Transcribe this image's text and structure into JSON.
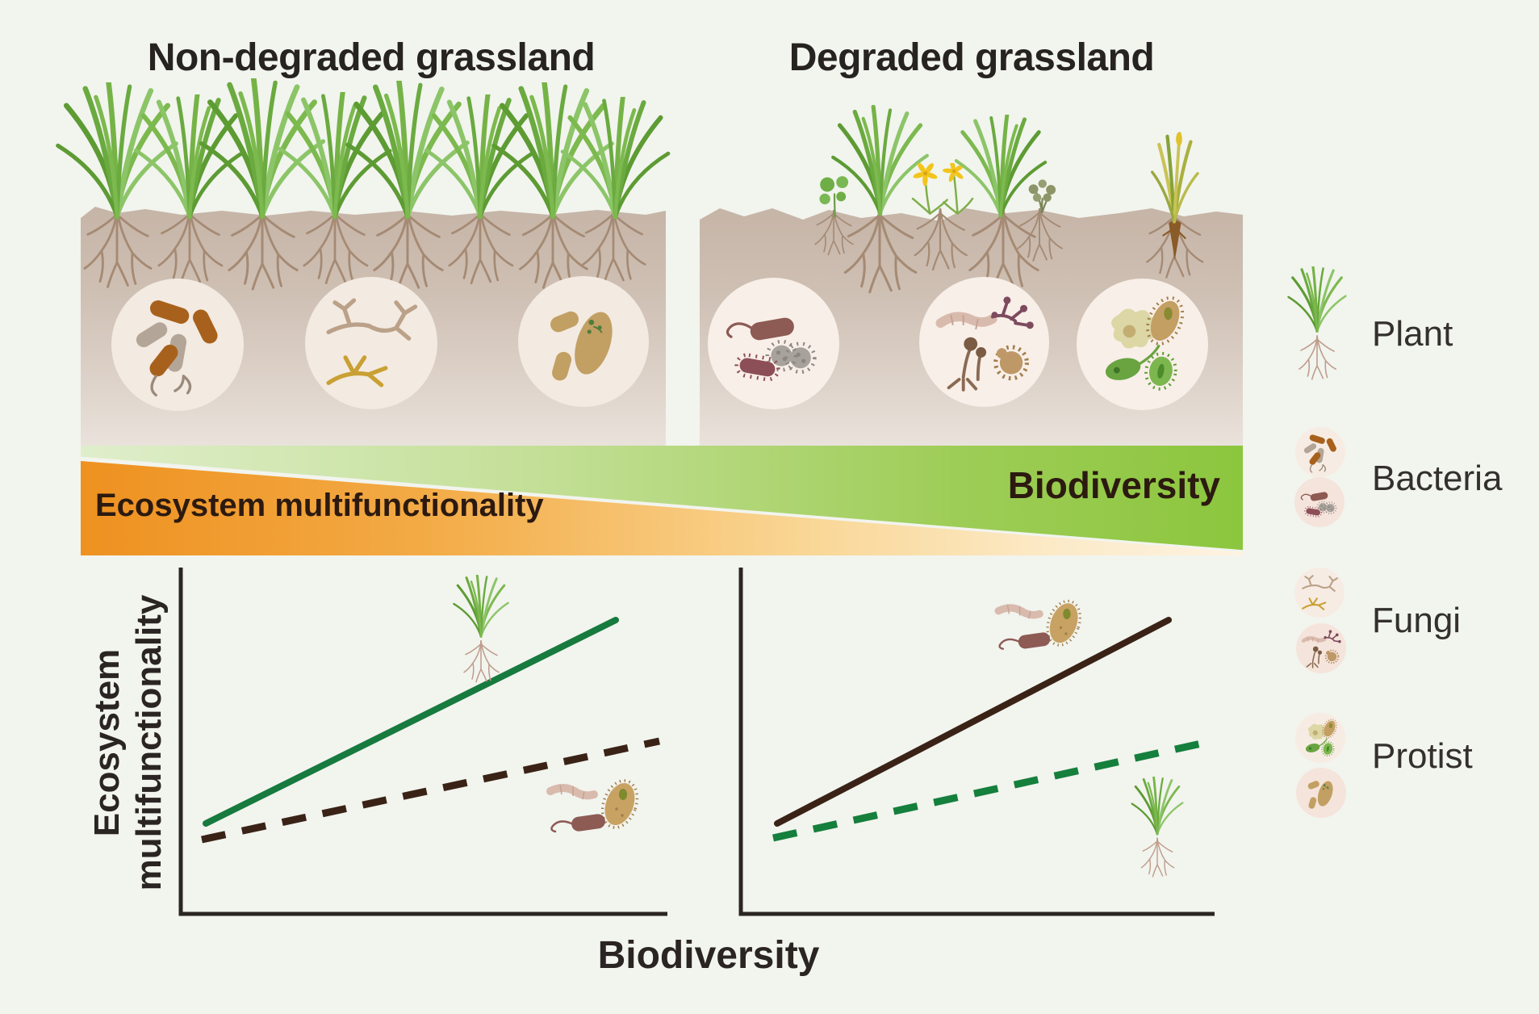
{
  "figure": {
    "title_left": "Non-degraded grassland",
    "title_right": "Degraded grassland",
    "background_color": "#f2f4ee",
    "text_color": "#262321"
  },
  "banner": {
    "left_label": "Ecosystem multifunctionality",
    "right_label": "Biodiversity",
    "orange_gradient": [
      "#ee9120",
      "#fdf3e2"
    ],
    "green_gradient": [
      "#dfeecb",
      "#8cc63e"
    ],
    "label_color": "#2c1a10"
  },
  "soil_panels": {
    "left": {
      "condition": "Non-degraded grassland",
      "vegetation": "dense green grass with deep roots",
      "microbe_circles": [
        "bacteria",
        "fungi",
        "protists"
      ]
    },
    "right": {
      "condition": "Degraded grassland",
      "vegetation": "sparse forbs, flowers and dry grass",
      "microbe_circles": [
        "bacteria",
        "fungi",
        "protists"
      ]
    }
  },
  "charts": {
    "y_axis_label_line1": "Ecosystem",
    "y_axis_label_line2": "multifunctionality",
    "x_axis_label": "Biodiversity",
    "axis_color": "#2b2622",
    "left_chart": {
      "condition": "Non-degraded grassland",
      "series": [
        {
          "name": "plant diversity",
          "style": "solid",
          "color": "#177a3e",
          "slope": "steep",
          "icon": "plant-icon"
        },
        {
          "name": "soil microbial diversity",
          "style": "dashed",
          "color": "#3a2316",
          "slope": "shallow",
          "icon": "soil-microbes-icon"
        }
      ]
    },
    "right_chart": {
      "condition": "Degraded grassland",
      "series": [
        {
          "name": "soil microbial diversity",
          "style": "solid",
          "color": "#3a2316",
          "slope": "steep",
          "icon": "soil-microbes-icon"
        },
        {
          "name": "plant diversity",
          "style": "dashed",
          "color": "#177a3e",
          "slope": "shallow",
          "icon": "plant-icon"
        }
      ]
    }
  },
  "legend": {
    "items": [
      {
        "label": "Plant",
        "icon": "plant-icon"
      },
      {
        "label": "Bacteria",
        "icon": "bacteria-icon"
      },
      {
        "label": "Fungi",
        "icon": "fungi-icon"
      },
      {
        "label": "Protist",
        "icon": "protist-icon"
      }
    ]
  }
}
